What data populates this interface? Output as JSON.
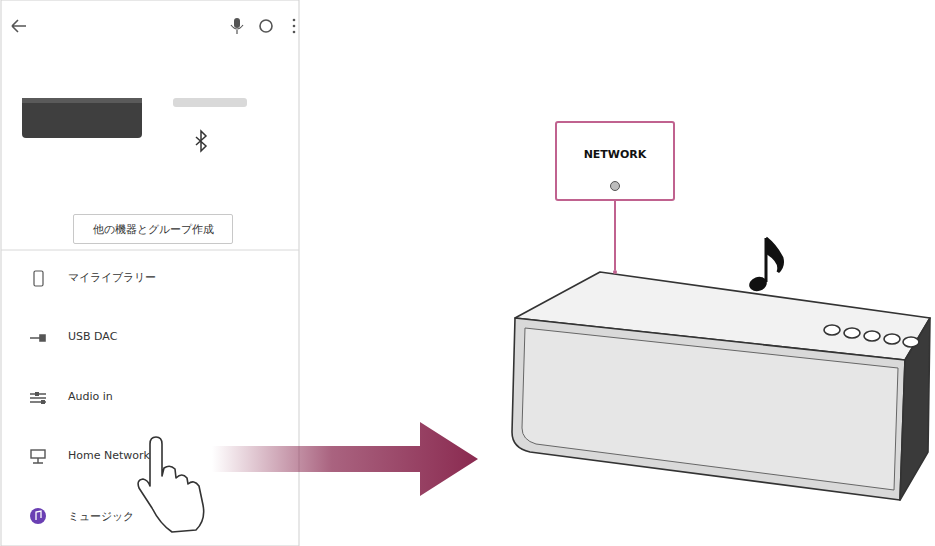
{
  "diagram": {
    "nodes": [
      {
        "text": [
          "他の機器とグループ作成"
        ]
      },
      {
        "text": [
          "NETWORK"
        ]
      }
    ],
    "labels": [
      "マイライブラリー",
      "USB DAC",
      "Audio in",
      "Home Network",
      "ミュージック"
    ]
  }
}
